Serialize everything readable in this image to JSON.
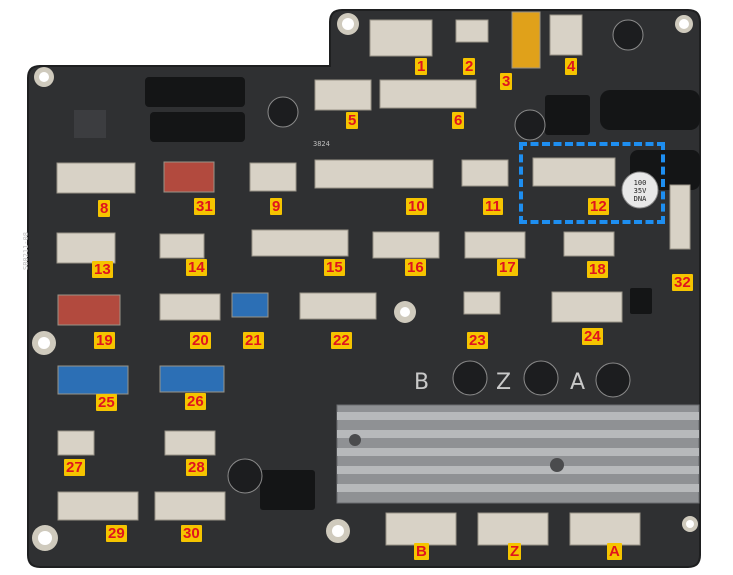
{
  "image": {
    "subject": "controller-circuit-board",
    "colors": {
      "board": "#2f3032",
      "background": "#ffffff",
      "label_fill": "#f5c400",
      "label_text": "#e0141e",
      "highlight": "#1e8ef0",
      "connector_white": "#d8d2c6",
      "connector_red": "#b24a3e",
      "connector_blue": "#2c6fb5"
    },
    "connector_labels": [
      "1",
      "2",
      "3",
      "4",
      "5",
      "6",
      "8",
      "9",
      "10",
      "11",
      "12",
      "13",
      "14",
      "15",
      "16",
      "17",
      "18",
      "31",
      "32",
      "19",
      "20",
      "21",
      "22",
      "23",
      "24",
      "25",
      "26",
      "27",
      "28",
      "29",
      "30",
      "B",
      "Z",
      "A"
    ],
    "silkscreen": {
      "axis_b": "B",
      "axis_z": "Z",
      "axis_a": "A",
      "board_code": "3824",
      "board_id": "SB0211-08"
    },
    "capacitor_marking": [
      "100",
      "35V",
      "DNA"
    ],
    "highlighted_connector": "12"
  }
}
